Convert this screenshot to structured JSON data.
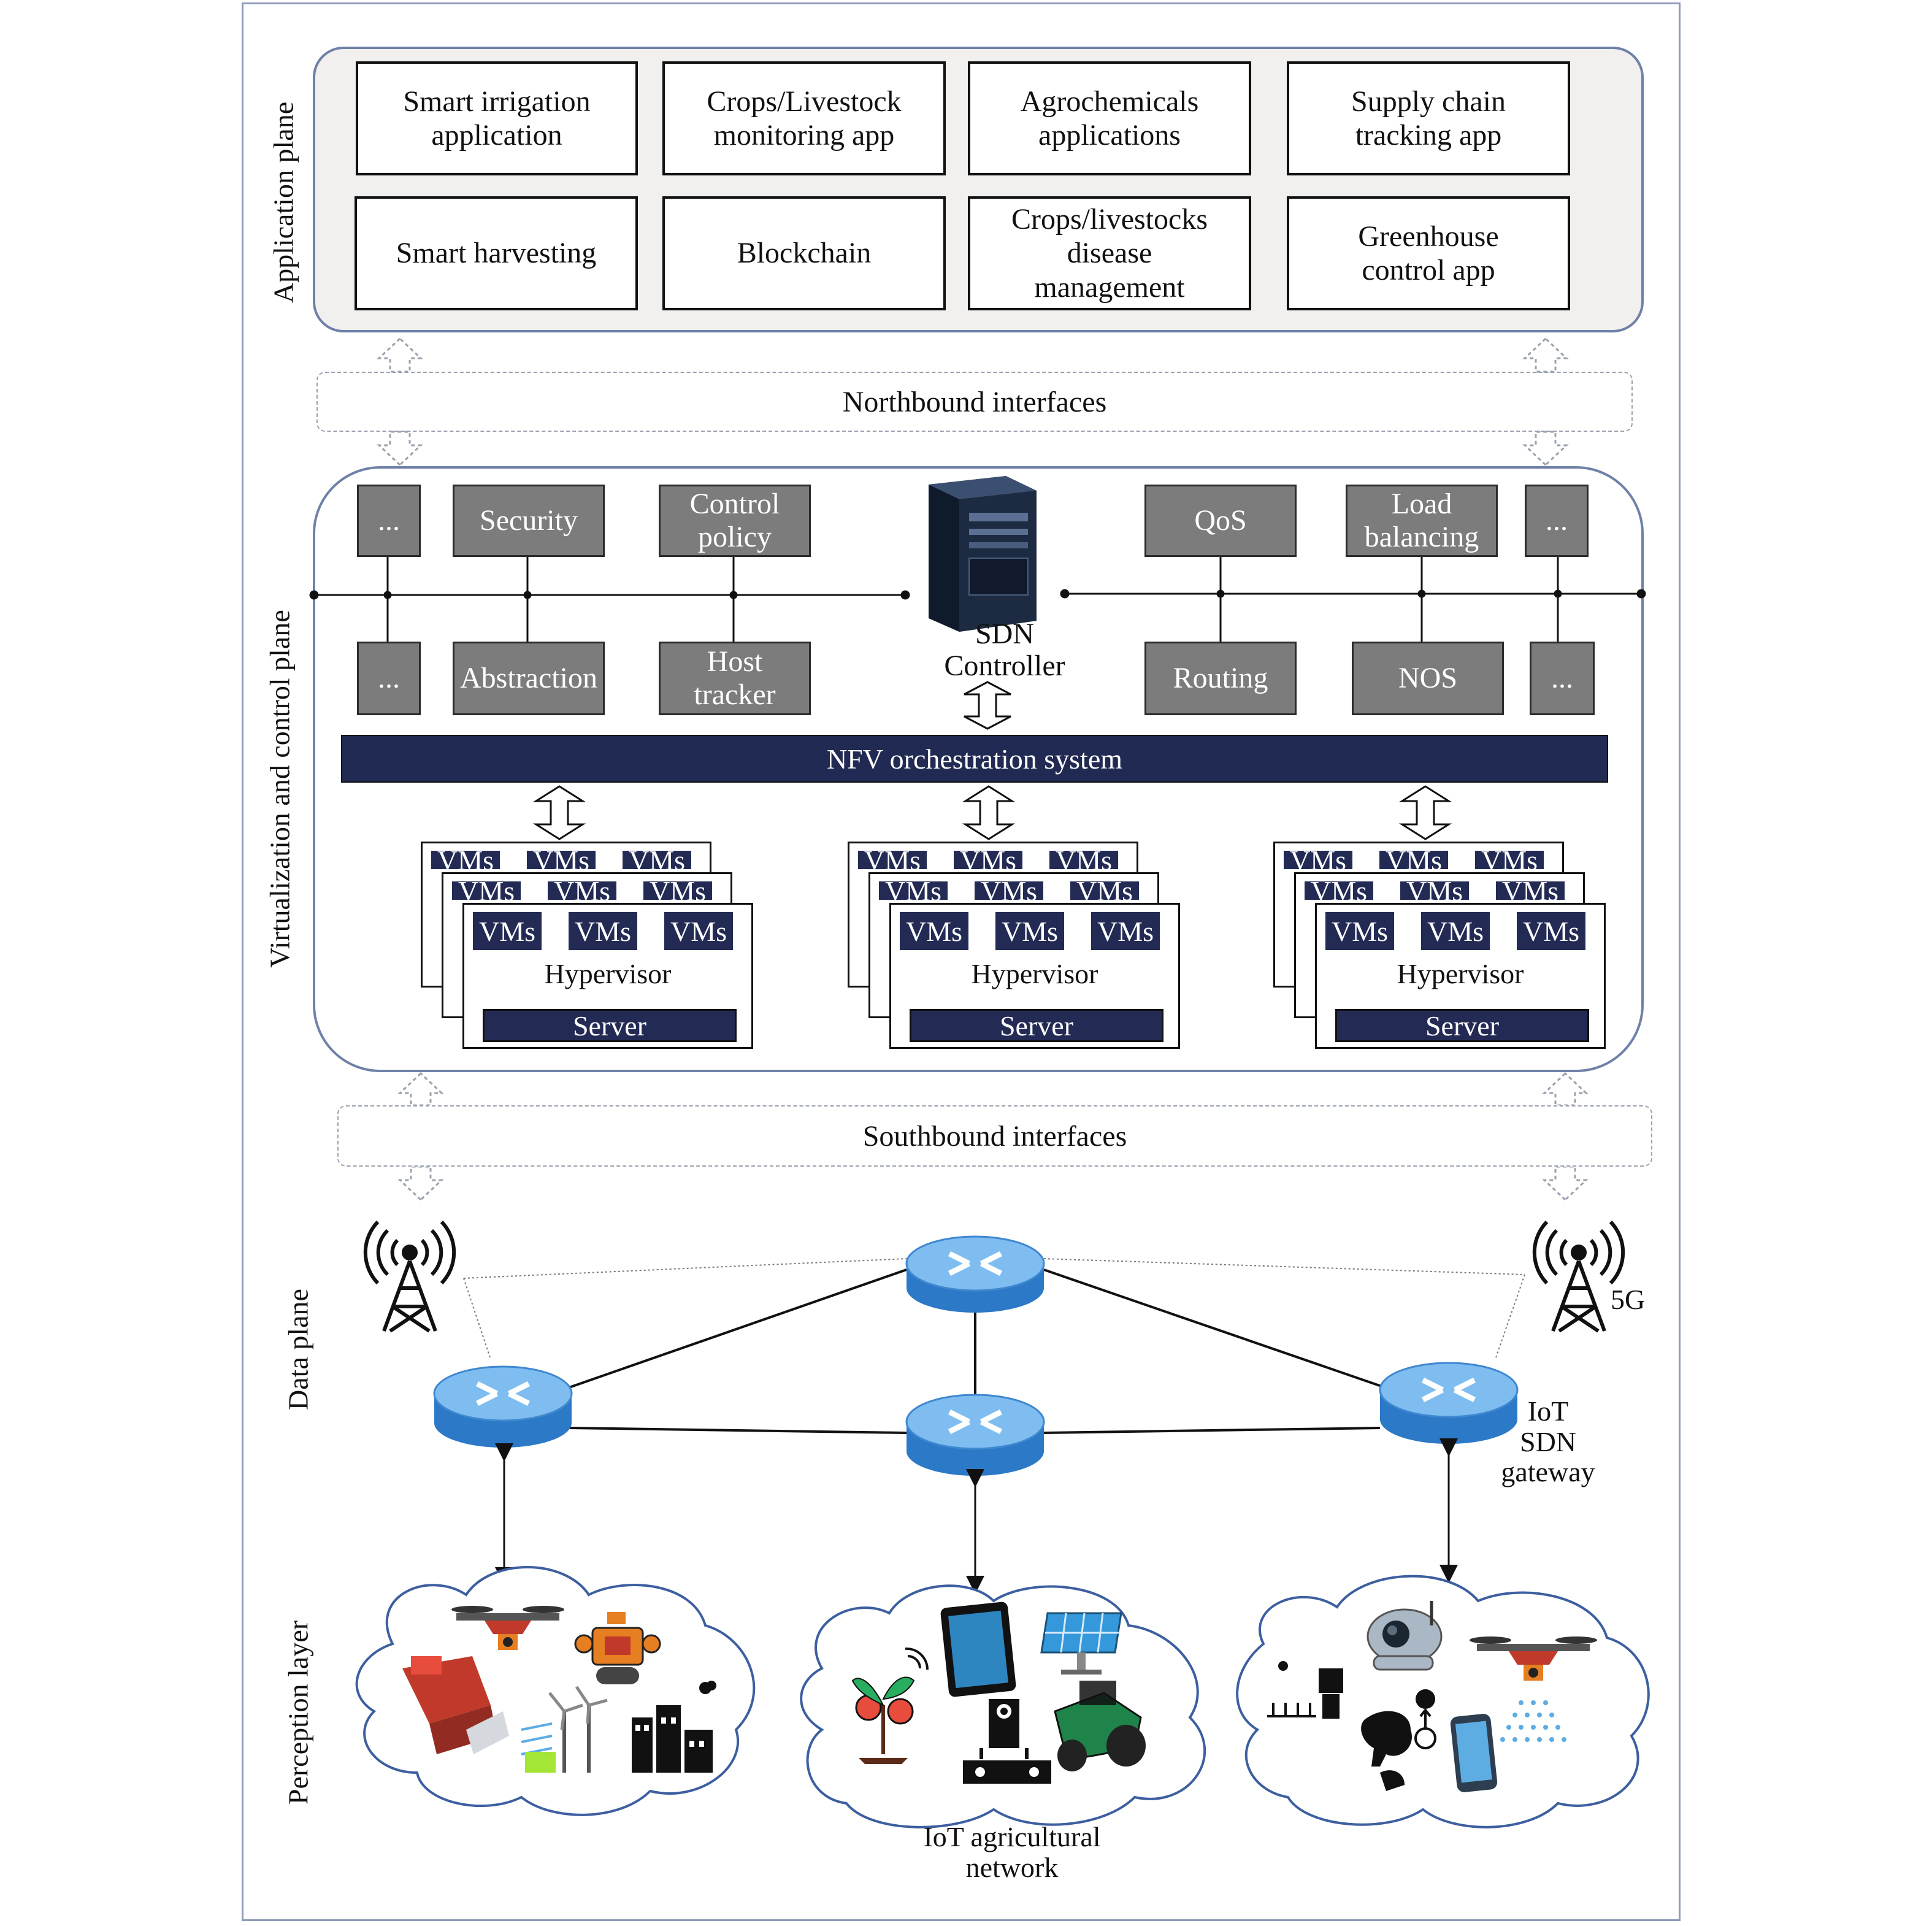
{
  "planes": {
    "application": "Application plane",
    "virtualization": "Virtualization and control plane",
    "data": "Data plane",
    "perception": "Perception layer"
  },
  "apps": [
    "Smart irrigation\napplication",
    "Crops/Livestock\nmonitoring app",
    "Agrochemicals\napplications",
    "Supply chain\ntracking app",
    "Smart harvesting",
    "Blockchain",
    "Crops/livestocks\ndisease\nmanagement",
    "Greenhouse\ncontrol app"
  ],
  "interfaces": {
    "northbound": "Northbound interfaces",
    "southbound": "Southbound interfaces"
  },
  "control_modules": {
    "top_left": [
      "...",
      "Security",
      "Control\npolicy"
    ],
    "bottom_left": [
      "...",
      "Abstraction",
      "Host\ntracker"
    ],
    "top_right": [
      "QoS",
      "Load\nbalancing",
      "..."
    ],
    "bottom_right": [
      "Routing",
      "NOS",
      "..."
    ]
  },
  "sdn_controller": "SDN\nController",
  "nfv": "NFV orchestration system",
  "vm_label": "VMs",
  "hypervisor": "Hypervisor",
  "server": "Server",
  "data_plane": {
    "tower_label": "5G",
    "gateway_label": "IoT\nSDN\ngateway"
  },
  "perception": {
    "network_label": "IoT agricultural\nnetwork"
  },
  "colors": {
    "border": "#6f81a8",
    "module_grey": "#7c7c7c",
    "navy": "#232b55",
    "plane_grey": "#f1f0ef",
    "router_blue": "#4a90d9"
  },
  "icons": [
    "server-tower-icon",
    "router-icon",
    "cell-tower-icon",
    "drone-icon",
    "robot-icon",
    "harvester-icon",
    "wind-turbine-icon",
    "factory-icon",
    "plant-sensor-icon",
    "tablet-icon",
    "solar-panel-icon",
    "tractor-icon",
    "ip-camera-icon",
    "livestock-icon",
    "smartphone-icon",
    "sprinkler-icon"
  ]
}
